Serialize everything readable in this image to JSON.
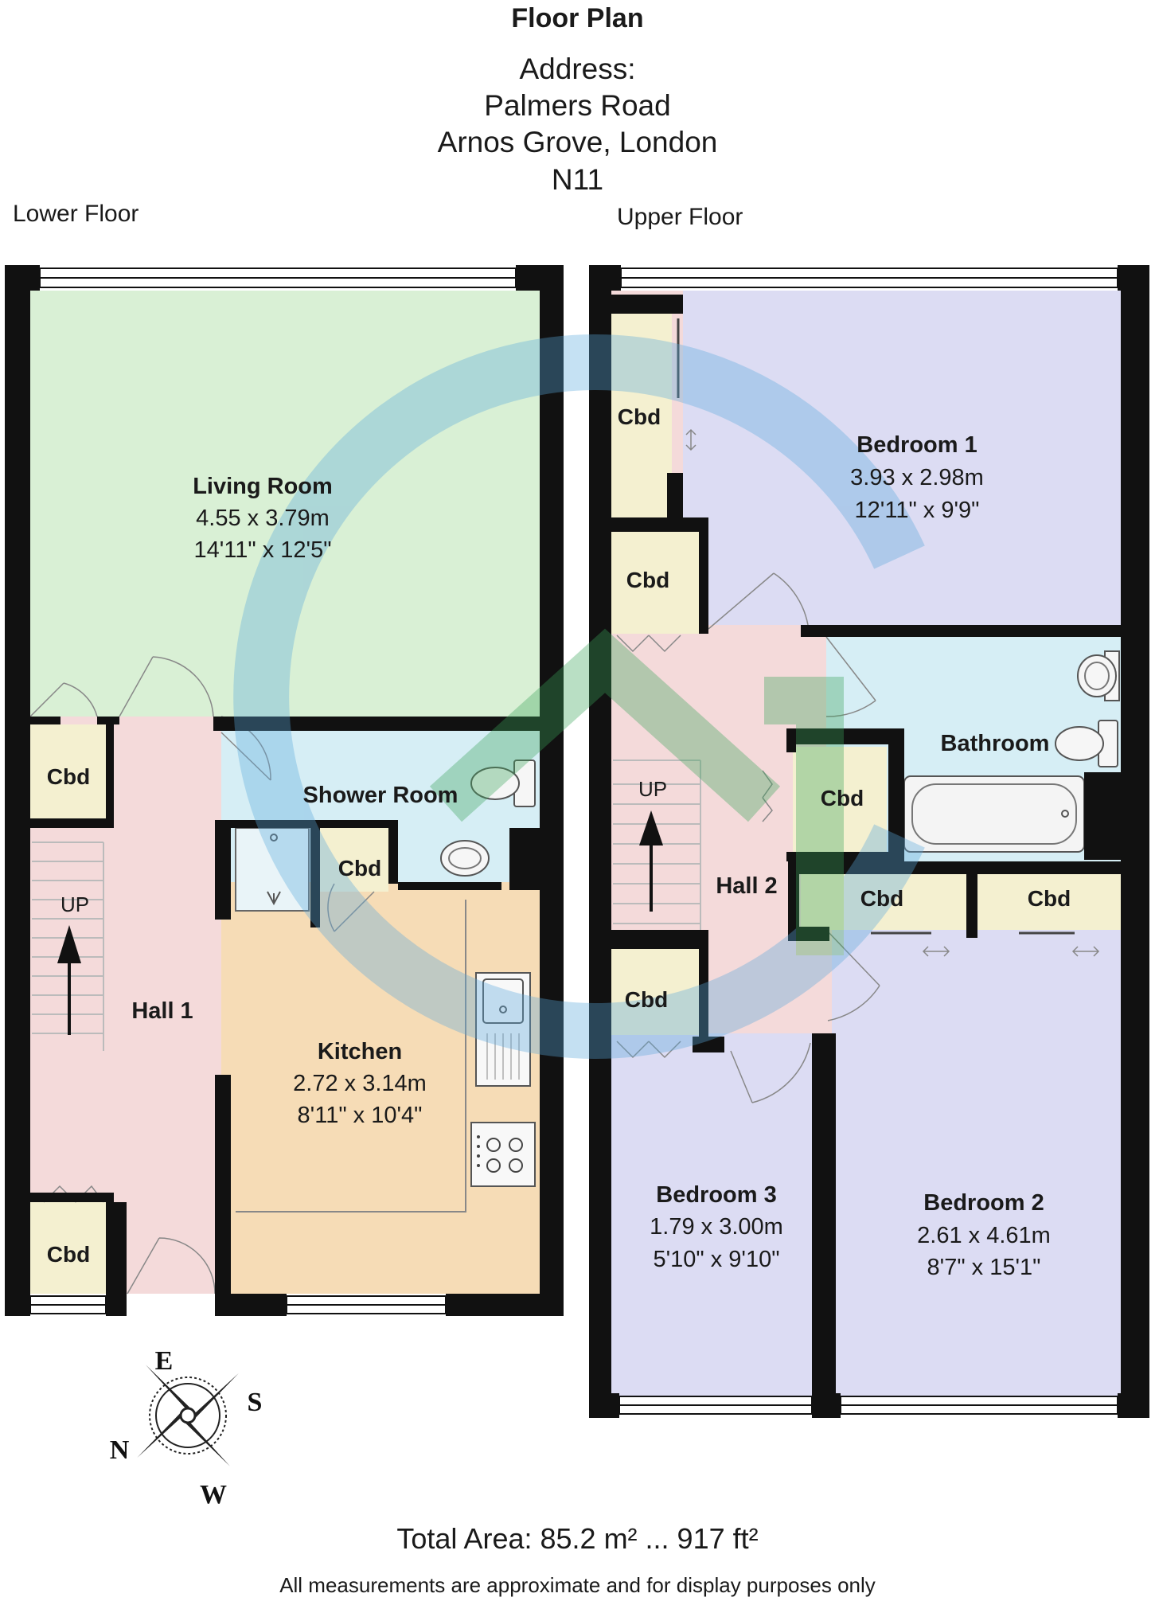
{
  "header": {
    "title": "Floor Plan",
    "address_label": "Address:",
    "address_line1": "Palmers Road",
    "address_line2": "Arnos Grove, London",
    "address_line3": "N11"
  },
  "floors": {
    "lower_label": "Lower Floor",
    "upper_label": "Upper Floor"
  },
  "rooms": {
    "living": {
      "name": "Living Room",
      "metric": "4.55 x 3.79m",
      "imperial": "14'11\" x 12'5\""
    },
    "kitchen": {
      "name": "Kitchen",
      "metric": "2.72 x 3.14m",
      "imperial": "8'11\" x 10'4\""
    },
    "shower": {
      "name": "Shower Room"
    },
    "hall1": {
      "name": "Hall 1"
    },
    "hall2": {
      "name": "Hall 2"
    },
    "bathroom": {
      "name": "Bathroom"
    },
    "bedroom1": {
      "name": "Bedroom 1",
      "metric": "3.93 x 2.98m",
      "imperial": "12'11\" x 9'9\""
    },
    "bedroom2": {
      "name": "Bedroom 2",
      "metric": "2.61 x 4.61m",
      "imperial": "8'7\" x 15'1\""
    },
    "bedroom3": {
      "name": "Bedroom 3",
      "metric": "1.79 x 3.00m",
      "imperial": "5'10\" x 9'10\""
    }
  },
  "labels": {
    "cupboard": "Cbd",
    "stairs_up": "UP"
  },
  "compass": {
    "north": "N",
    "east": "E",
    "south": "S",
    "west": "W"
  },
  "footer": {
    "total_area": "Total Area: 85.2 m² ... 917 ft²",
    "disclaimer": "All measurements are approximate and for display purposes only"
  },
  "colors": {
    "wall": "#111111",
    "living": "#d9f0d5",
    "hall": "#f4dada",
    "kitchen": "#f6dcb6",
    "wet_room": "#d6eef5",
    "bedroom": "#dcdcf3",
    "cupboard": "#f4f0d0",
    "watermark_blue": "#5aa8dc",
    "watermark_green": "#3aa45a"
  },
  "icons": [
    "compass-rose-icon",
    "toilet-icon",
    "basin-icon",
    "bath-icon",
    "sink-icon",
    "hob-icon",
    "shower-tray-icon",
    "stair-arrow-icon",
    "sliding-door-arrow-icon"
  ]
}
